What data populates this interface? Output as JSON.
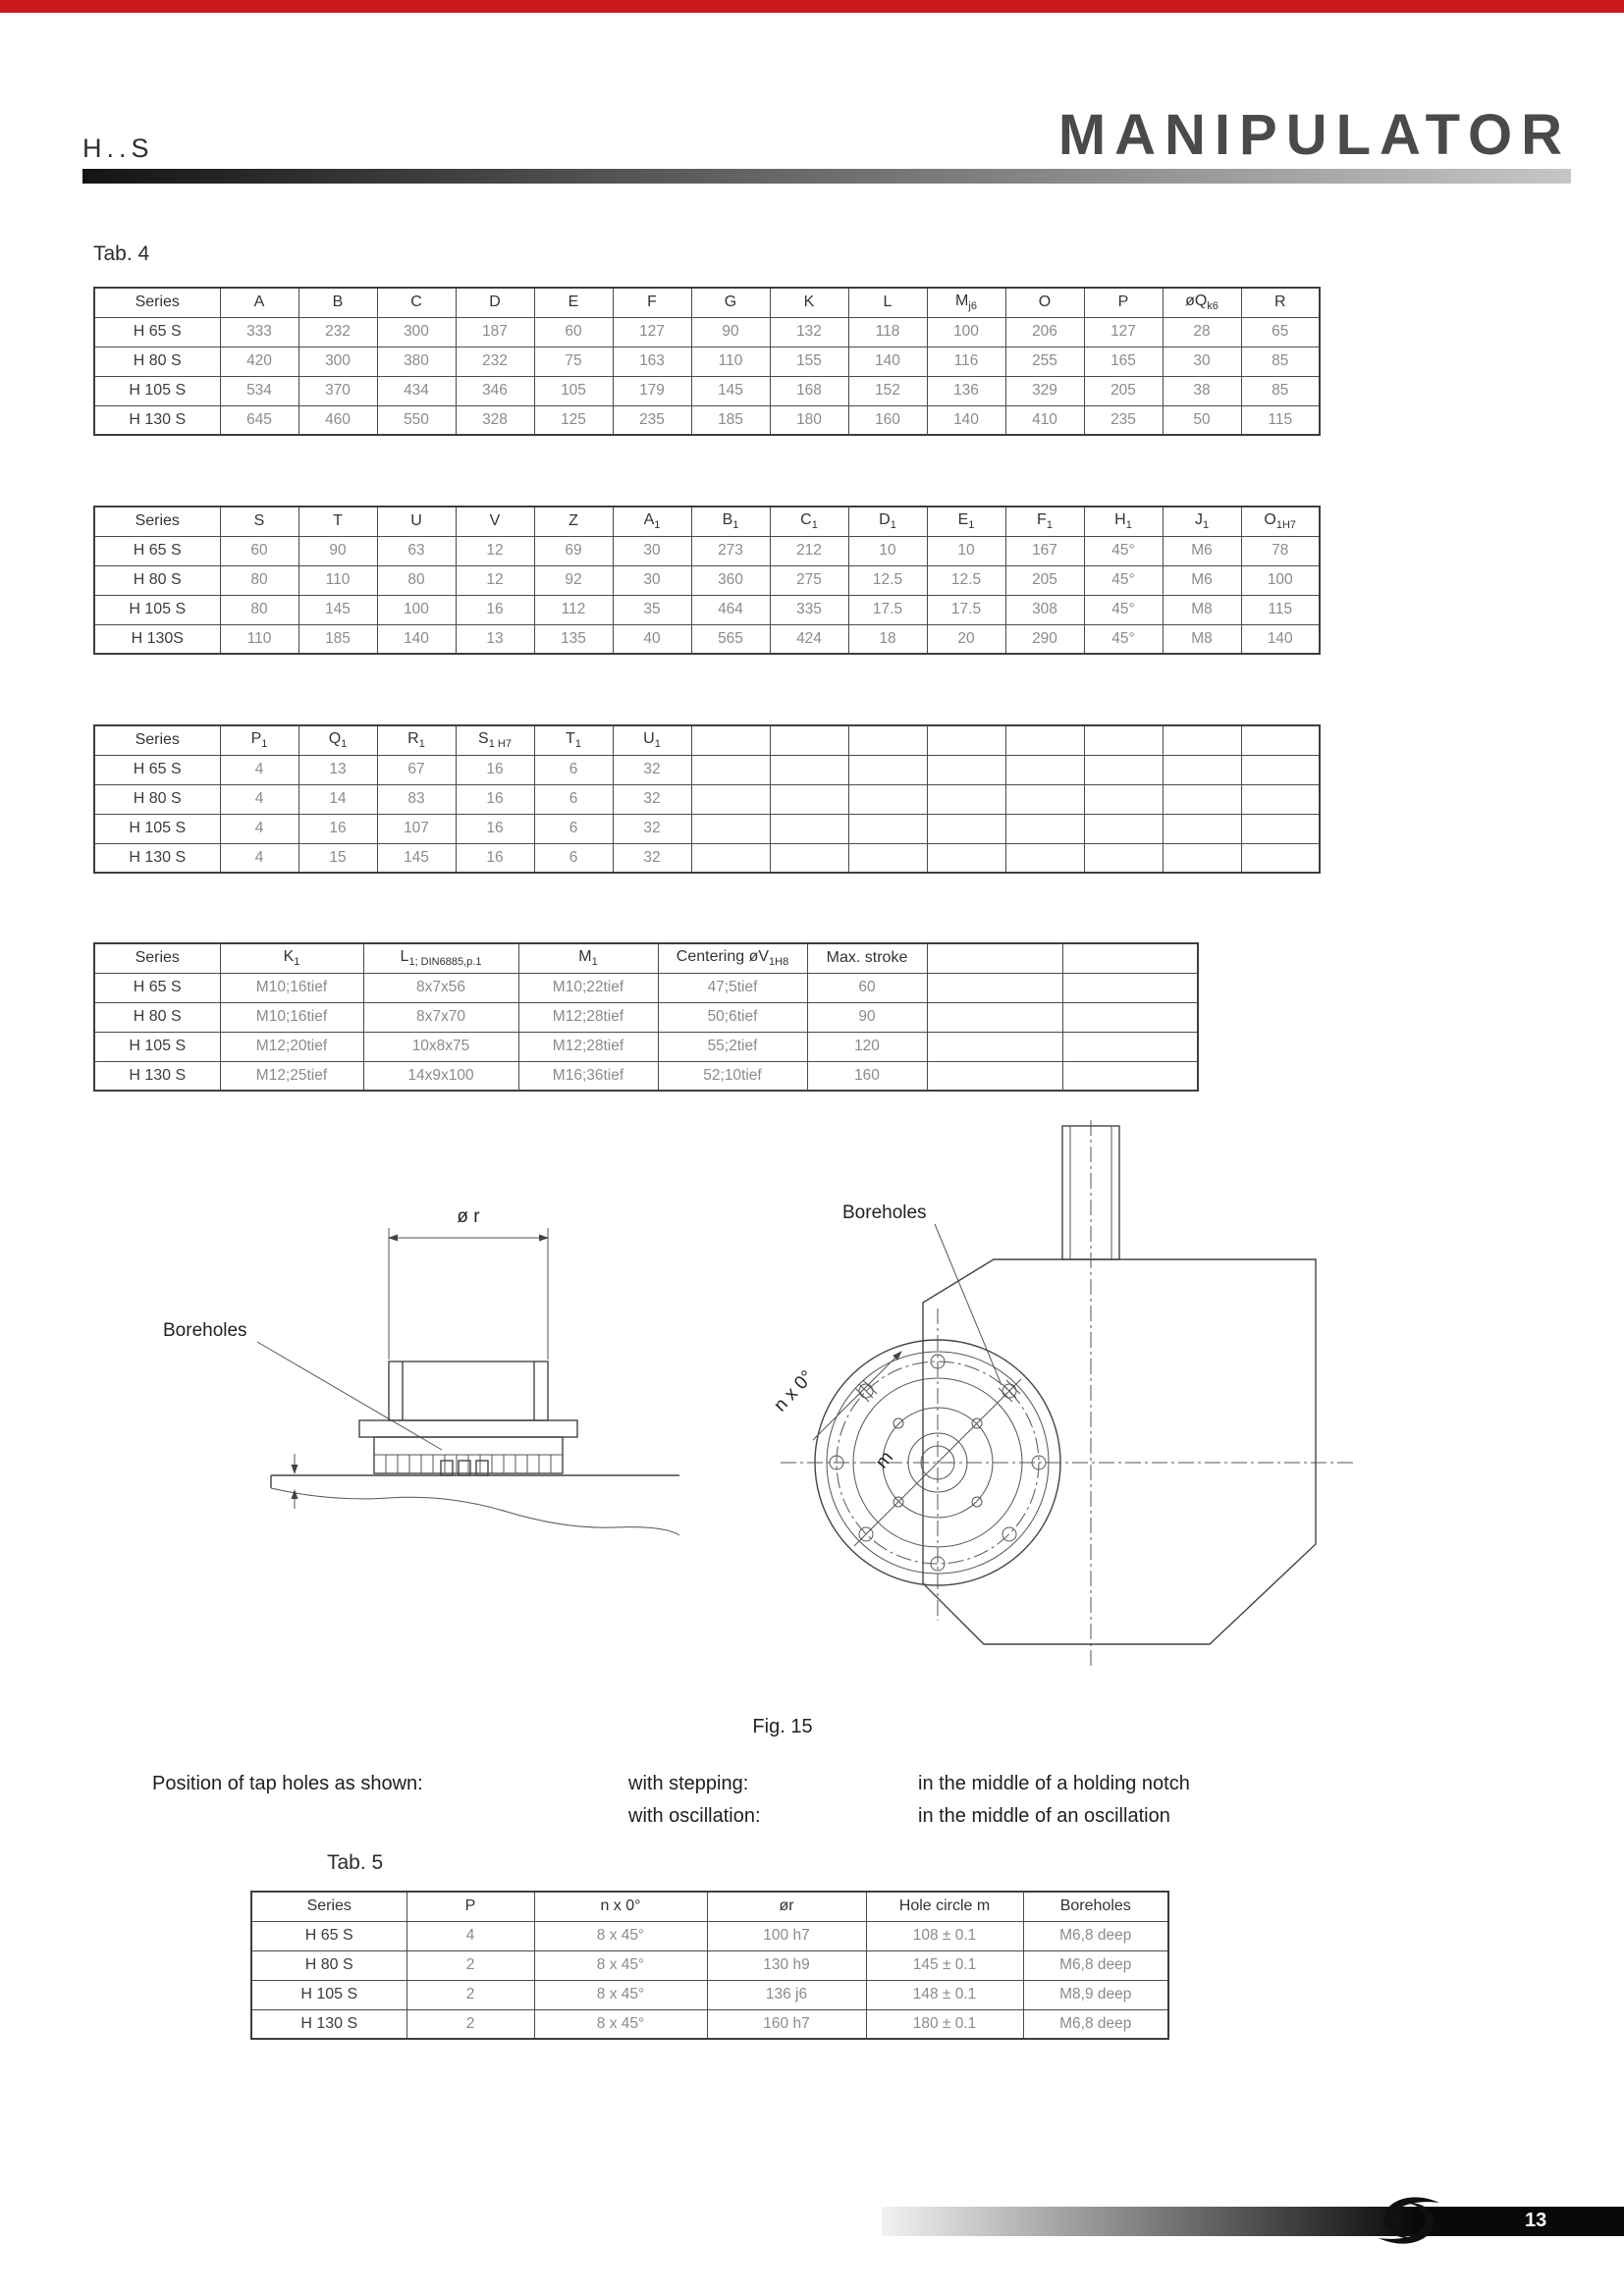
{
  "page": {
    "top_bar_color": "#c9191c",
    "header": {
      "model": "H..S",
      "title": "MANIPULATOR"
    },
    "footer": {
      "page_number": "13"
    }
  },
  "tab4": {
    "label": "Tab. 4",
    "table1": {
      "headers": [
        "Series",
        "A",
        "B",
        "C",
        "D",
        "E",
        "F",
        "G",
        "K",
        "L",
        "M_{j6}",
        "O",
        "P",
        "øQ_{k6}",
        "R"
      ],
      "rows": [
        [
          "H 65 S",
          "333",
          "232",
          "300",
          "187",
          "60",
          "127",
          "90",
          "132",
          "118",
          "100",
          "206",
          "127",
          "28",
          "65"
        ],
        [
          "H 80 S",
          "420",
          "300",
          "380",
          "232",
          "75",
          "163",
          "110",
          "155",
          "140",
          "116",
          "255",
          "165",
          "30",
          "85"
        ],
        [
          "H 105 S",
          "534",
          "370",
          "434",
          "346",
          "105",
          "179",
          "145",
          "168",
          "152",
          "136",
          "329",
          "205",
          "38",
          "85"
        ],
        [
          "H 130 S",
          "645",
          "460",
          "550",
          "328",
          "125",
          "235",
          "185",
          "180",
          "160",
          "140",
          "410",
          "235",
          "50",
          "115"
        ]
      ]
    },
    "table2": {
      "headers": [
        "Series",
        "S",
        "T",
        "U",
        "V",
        "Z",
        "A_{1}",
        "B_{1}",
        "C_{1}",
        "D_{1}",
        "E_{1}",
        "F_{1}",
        "H_{1}",
        "J_{1}",
        "O_{1H7}"
      ],
      "rows": [
        [
          "H 65 S",
          "60",
          "90",
          "63",
          "12",
          "69",
          "30",
          "273",
          "212",
          "10",
          "10",
          "167",
          "45°",
          "M6",
          "78"
        ],
        [
          "H 80 S",
          "80",
          "110",
          "80",
          "12",
          "92",
          "30",
          "360",
          "275",
          "12.5",
          "12.5",
          "205",
          "45°",
          "M6",
          "100"
        ],
        [
          "H 105 S",
          "80",
          "145",
          "100",
          "16",
          "112",
          "35",
          "464",
          "335",
          "17.5",
          "17.5",
          "308",
          "45°",
          "M8",
          "115"
        ],
        [
          "H 130S",
          "110",
          "185",
          "140",
          "13",
          "135",
          "40",
          "565",
          "424",
          "18",
          "20",
          "290",
          "45°",
          "M8",
          "140"
        ]
      ]
    },
    "table3": {
      "headers": [
        "Series",
        "P_{1}",
        "Q_{1}",
        "R_{1}",
        "S_{1 H7}",
        "T_{1}",
        "U_{1}",
        "",
        "",
        "",
        "",
        "",
        "",
        "",
        ""
      ],
      "rows": [
        [
          "H 65 S",
          "4",
          "13",
          "67",
          "16",
          "6",
          "32",
          "",
          "",
          "",
          "",
          "",
          "",
          "",
          ""
        ],
        [
          "H 80 S",
          "4",
          "14",
          "83",
          "16",
          "6",
          "32",
          "",
          "",
          "",
          "",
          "",
          "",
          "",
          ""
        ],
        [
          "H 105 S",
          "4",
          "16",
          "107",
          "16",
          "6",
          "32",
          "",
          "",
          "",
          "",
          "",
          "",
          "",
          ""
        ],
        [
          "H 130 S",
          "4",
          "15",
          "145",
          "16",
          "6",
          "32",
          "",
          "",
          "",
          "",
          "",
          "",
          "",
          ""
        ]
      ]
    },
    "table4": {
      "headers": [
        "Series",
        "K_{1}",
        "L_{1; DIN6885,p.1}",
        "M_{1}",
        "Centering øV_{1H8}",
        "Max. stroke",
        "",
        ""
      ],
      "rows": [
        [
          "H 65 S",
          "M10;16tief",
          "8x7x56",
          "M10;22tief",
          "47;5tief",
          "60",
          "",
          ""
        ],
        [
          "H 80 S",
          "M10;16tief",
          "8x7x70",
          "M12;28tief",
          "50;6tief",
          "90",
          "",
          ""
        ],
        [
          "H 105 S",
          "M12;20tief",
          "10x8x75",
          "M12;28tief",
          "55;2tief",
          "120",
          "",
          ""
        ],
        [
          "H 130 S",
          "M12;25tief",
          "14x9x100",
          "M16;36tief",
          "52;10tief",
          "160",
          "",
          ""
        ]
      ]
    }
  },
  "fig15": {
    "caption": "Fig. 15",
    "left_view": {
      "boreholes_label": "Boreholes",
      "diameter_label": "ø r"
    },
    "right_view": {
      "boreholes_label": "Boreholes",
      "angle_label": "n x 0°",
      "hole_circle_label": "m"
    }
  },
  "notes": {
    "intro": "Position of tap holes as shown:",
    "row1_key": "with stepping:",
    "row1_val": "in the middle of a holding notch",
    "row2_key": "with oscillation:",
    "row2_val": "in the middle of an oscillation"
  },
  "tab5": {
    "label": "Tab. 5",
    "table": {
      "headers": [
        "Series",
        "P",
        "n x 0°",
        "ør",
        "Hole circle m",
        "Boreholes"
      ],
      "rows": [
        [
          "H 65 S",
          "4",
          "8 x 45°",
          "100 h7",
          "108 ± 0.1",
          "M6,8 deep"
        ],
        [
          "H 80 S",
          "2",
          "8 x 45°",
          "130 h9",
          "145 ± 0.1",
          "M6,8 deep"
        ],
        [
          "H 105 S",
          "2",
          "8 x 45°",
          "136 j6",
          "148 ± 0.1",
          "M8,9 deep"
        ],
        [
          "H 130 S",
          "2",
          "8 x 45°",
          "160 h7",
          "180 ± 0.1",
          "M6,8 deep"
        ]
      ]
    }
  }
}
